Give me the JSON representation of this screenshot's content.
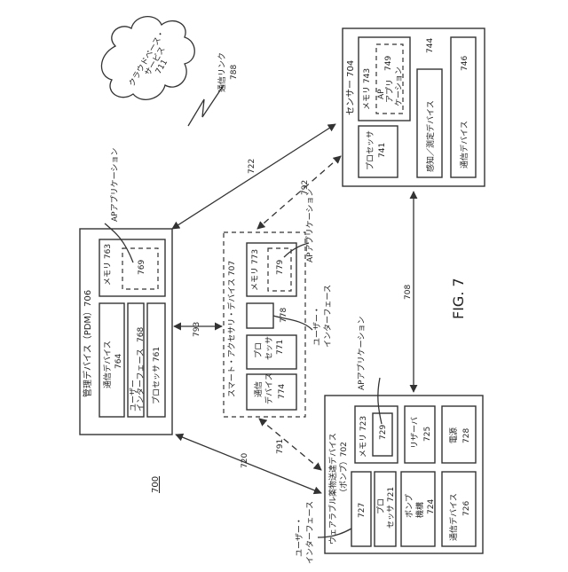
{
  "figure": {
    "ref": "700",
    "caption": "FIG. 7"
  },
  "cloud": {
    "line1": "クラウドベース・",
    "line2": "サービス",
    "ref": "711"
  },
  "link788": {
    "label": "通信リンク",
    "ref": "788"
  },
  "sensor": {
    "title": "センサー 704",
    "processor": {
      "line1": "プロセッサ",
      "line2": "741"
    },
    "memory": "メモリ 743",
    "ap_app": {
      "l1": "AP",
      "l2": "アプリ",
      "l3": "ケーション",
      "ref": "749"
    },
    "ref744": "744",
    "sensing": "感知／測定デバイス",
    "comm": "通信デバイス",
    "ref746": "746"
  },
  "pdm": {
    "title": "管理デバイス（PDM）706",
    "comm_line1": "通信デバイス",
    "comm_ref": "764",
    "ui_line1": "ユーザー",
    "ui_line2": "インターフェース",
    "ui_ref": "768",
    "processor": "プロセッサ 761",
    "memory": "メモリ 763",
    "app_ref": "769",
    "ap_label": "APアプリケーション"
  },
  "smart": {
    "title": "スマート・アクセサリ・デバイス 707",
    "memory": "メモリ 773",
    "app_ref": "779",
    "ref778": "778",
    "proc_l1": "プロ",
    "proc_l2": "セッサ",
    "proc_ref": "771",
    "comm_l1": "通信",
    "comm_l2": "デバイス",
    "comm_ref": "774",
    "ap_label": "APアプリケーション",
    "ui_l1": "ユーザー・",
    "ui_l2": "インターフェース"
  },
  "pump": {
    "title1": "ウェアラブル薬物送達デバイス",
    "title2": "（ポンプ）702",
    "memory": "メモリ 723",
    "app_ref": "729",
    "ap_label": "APアプリケーション",
    "reservoir": "リザーバ",
    "reservoir_ref": "725",
    "power": "電源",
    "power_ref": "728",
    "ref727": "727",
    "proc_l1": "プロ",
    "proc_l2": "セッサ 721",
    "pump_mech": "ポンプ",
    "pump_mech2": "機構",
    "pump_ref": "724",
    "comm": "通信デバイス",
    "comm_ref": "726",
    "ui_l1": "ユーザー・",
    "ui_l2": "インターフェース"
  },
  "links": {
    "l722": "722",
    "l792": "792",
    "l793": "793",
    "l708": "708",
    "l791": "791",
    "l720": "720"
  }
}
